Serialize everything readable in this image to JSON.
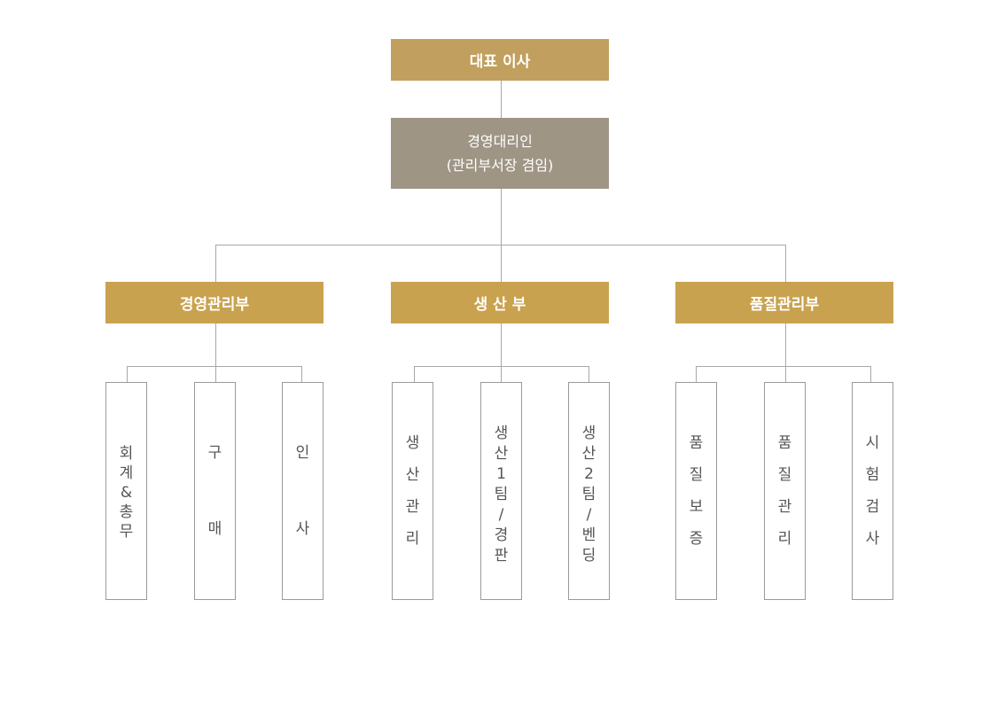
{
  "ceo": {
    "label": "대표 이사"
  },
  "deputy": {
    "line1": "경영대리인",
    "line2": "(관리부서장 겸임)"
  },
  "departments": [
    {
      "label": "경영관리부",
      "teams": [
        {
          "label": "회계&총무"
        },
        {
          "label": "구 매"
        },
        {
          "label": "인 사"
        }
      ]
    },
    {
      "label": "생 산 부",
      "teams": [
        {
          "label": "생산관리"
        },
        {
          "label": "생산1팀/경판"
        },
        {
          "label": "생산2팀/벤딩"
        }
      ]
    },
    {
      "label": "품질관리부",
      "teams": [
        {
          "label": "품질보증"
        },
        {
          "label": "품질관리"
        },
        {
          "label": "시험검사"
        }
      ]
    }
  ],
  "colors": {
    "ceo": "#c19f5e",
    "deputy": "#9f9585",
    "department": "#c9a24f",
    "line": "#a8a8a8",
    "team_border": "#9a9a9a",
    "team_text": "#555555"
  }
}
